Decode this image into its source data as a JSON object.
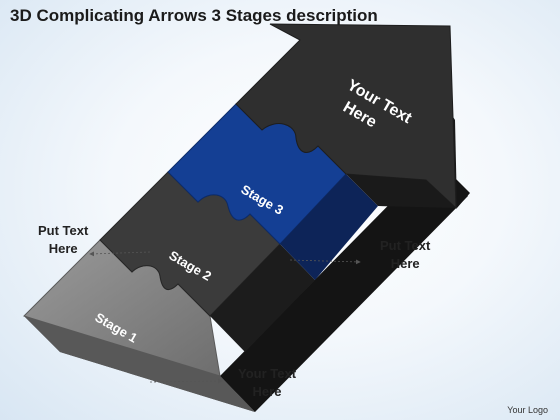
{
  "title": "3D Complicating Arrows 3 Stages description",
  "arrow_head_text": [
    "Your Text",
    "Here"
  ],
  "stages": [
    "Stage 1",
    "Stage 2",
    "Stage 3"
  ],
  "labels": {
    "left": [
      "Put Text",
      "Here"
    ],
    "right": [
      "Put Text",
      "Here"
    ],
    "bottom": [
      "Your Text",
      "Here"
    ]
  },
  "logo": "Your Logo",
  "colors": {
    "stage1": "#7a7a7a",
    "stage2": "#3a3a3a",
    "stage3": "#123d8f",
    "arrow": "#2e2e2e"
  }
}
